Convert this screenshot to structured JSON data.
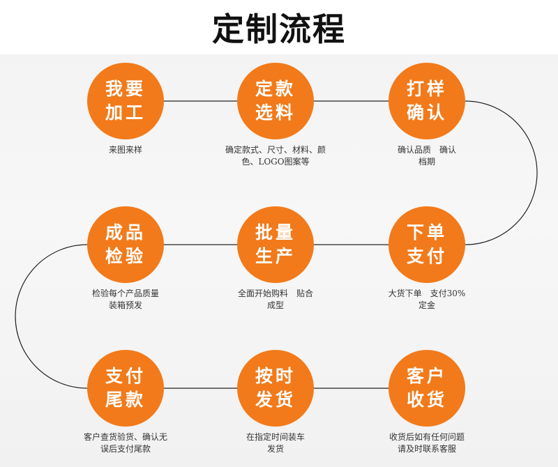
{
  "title": "定制流程",
  "accent_color": "#f27a1a",
  "steps": [
    {
      "line1": "我要",
      "line2": "加工",
      "desc": "来图来样"
    },
    {
      "line1": "定款",
      "line2": "选料",
      "desc": "确定款式、尺寸、材料、颜\n色、LOGO图案等"
    },
    {
      "line1": "打样",
      "line2": "确认",
      "desc": "确认品质　确认\n档期"
    },
    {
      "line1": "成品",
      "line2": "检验",
      "desc": "检验每个产品质量\n装箱预发"
    },
    {
      "line1": "批量",
      "line2": "生产",
      "desc": "全面开始购料　贴合\n成型"
    },
    {
      "line1": "下单",
      "line2": "支付",
      "desc": "大货下单　支付30%\n定金"
    },
    {
      "line1": "支付",
      "line2": "尾款",
      "desc": "客户查货验货、确认无\n误后支付尾款"
    },
    {
      "line1": "按时",
      "line2": "发货",
      "desc": "在指定时间装车\n发货"
    },
    {
      "line1": "客户",
      "line2": "收货",
      "desc": "收货后如有任何问题\n请及时联系客服"
    }
  ]
}
